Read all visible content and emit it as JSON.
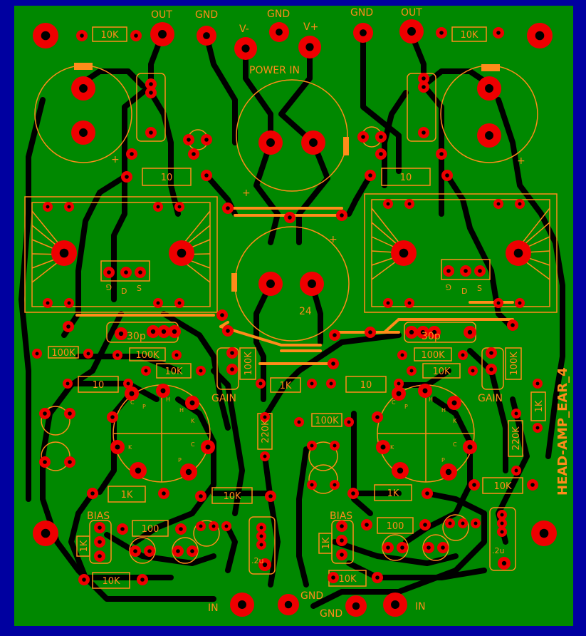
{
  "board": {
    "title": "HEAD-AMP_EAR_4",
    "colors": {
      "board": "#008800",
      "edge": "#0000a0",
      "pad": "#ee0000",
      "hole": "#000000",
      "silk": "#ff8c1a",
      "trace": "#000000"
    }
  },
  "labels": {
    "out_left": "OUT",
    "gnd_left": "GND",
    "v_minus": "V-",
    "gnd_center": "GND",
    "v_plus": "V+",
    "gnd_right": "GND",
    "out_right": "OUT",
    "power_in": "POWER IN",
    "cap_value": "24",
    "gain_left": "GAIN",
    "gain_right": "GAIN",
    "bias_left": "BIAS",
    "bias_right": "BIAS",
    "in_left": "IN",
    "in_right": "IN",
    "gnd_bottom1": "GND",
    "gnd_bottom2": "GND",
    "cap_02u_left": ".2u",
    "cap_02u_right": ".2u",
    "plus": "+",
    "cap_30p": "30p",
    "pin_g": "G",
    "pin_d": "D",
    "pin_s": "S",
    "tube_pins": {
      "c": "C",
      "p": "P",
      "h": "H",
      "k": "K"
    }
  },
  "resistors": [
    {
      "id": "r-10k-out-left",
      "value": "10K"
    },
    {
      "id": "r-10k-out-right",
      "value": "10K"
    },
    {
      "id": "r-10-gate-left",
      "value": "10"
    },
    {
      "id": "r-10-gate-right",
      "value": "10"
    },
    {
      "id": "r-100k-left-a",
      "value": "100K"
    },
    {
      "id": "r-100k-left-b",
      "value": "100K"
    },
    {
      "id": "r-10k-left-c",
      "value": "10K"
    },
    {
      "id": "r-100k-left-vert",
      "value": "100K"
    },
    {
      "id": "r-10-left-d",
      "value": "10"
    },
    {
      "id": "r-1k-center",
      "value": "1K"
    },
    {
      "id": "r-100k-center",
      "value": "100K"
    },
    {
      "id": "r-220k-left",
      "value": "220K"
    },
    {
      "id": "r-10-right-d",
      "value": "10"
    },
    {
      "id": "r-100k-right-a",
      "value": "100K"
    },
    {
      "id": "r-10k-right-c",
      "value": "10K"
    },
    {
      "id": "r-100k-right-vert",
      "value": "100K"
    },
    {
      "id": "r-1k-right-vert",
      "value": "1K"
    },
    {
      "id": "r-220k-right",
      "value": "220K"
    },
    {
      "id": "r-1k-left-bot",
      "value": "1K"
    },
    {
      "id": "r-10k-left-bot",
      "value": "10K"
    },
    {
      "id": "r-1k-right-bot",
      "value": "1K"
    },
    {
      "id": "r-10k-right-bot",
      "value": "10K"
    },
    {
      "id": "r-100-left-bias",
      "value": "100"
    },
    {
      "id": "r-100-right-bias",
      "value": "100"
    },
    {
      "id": "r-1k-left-bias",
      "value": "1K"
    },
    {
      "id": "r-1k-right-bias",
      "value": "1K"
    },
    {
      "id": "r-10k-left-bottom",
      "value": "10K"
    },
    {
      "id": "r-10k-right-bottom",
      "value": "10K"
    }
  ]
}
